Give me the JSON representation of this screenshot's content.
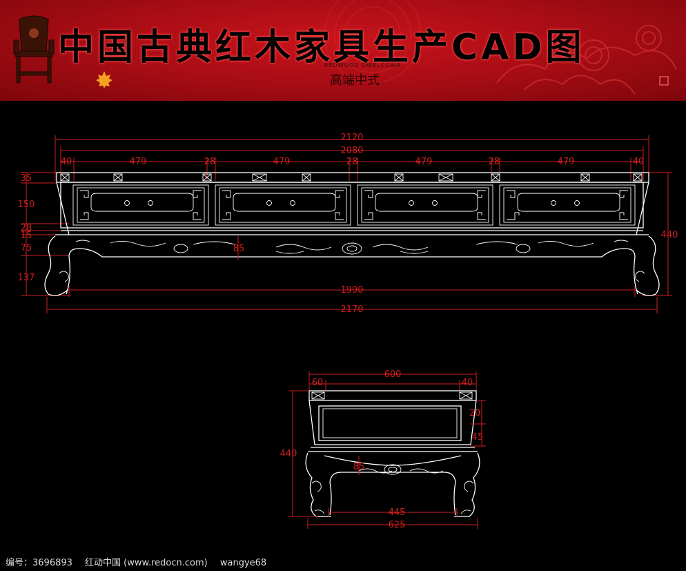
{
  "banner": {
    "title": "中国古典红木家具生产CAD图",
    "subtitle": "高端中式",
    "subtitle_en": "REDWOOD OWELCOWR",
    "colors": {
      "background": "#b0101a",
      "title": "#000000"
    },
    "icons": [
      "chair-icon",
      "maple-leaf-icon",
      "cloud-pattern-icon"
    ]
  },
  "front_view": {
    "dimensions": {
      "overall_top": "2120",
      "inner_top": "2080",
      "segments": [
        "40",
        "479",
        "28",
        "479",
        "28",
        "479",
        "28",
        "479",
        "40"
      ],
      "left_heights": [
        "35",
        "150",
        "28",
        "15",
        "75",
        "137"
      ],
      "right_height": "440",
      "apron": "85",
      "bottom_inner": "1990",
      "bottom_overall": "2170"
    }
  },
  "side_view": {
    "dimensions": {
      "top_width": "600",
      "top_left": "60",
      "top_right": "40",
      "right_upper": "20",
      "right_lower": "45",
      "left_height": "440",
      "apron": "85",
      "bottom_inner": "445",
      "bottom_overall": "625"
    }
  },
  "colors": {
    "dimension": "#d21e1e",
    "line": "#ffffff",
    "background": "#000000"
  },
  "footer": {
    "id_label": "编号：3696893",
    "site": "红动中国 (www.redocn.com)",
    "author": "wangye68"
  }
}
